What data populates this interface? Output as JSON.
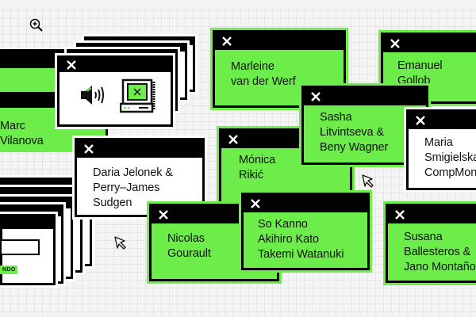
{
  "canvas": {
    "background": "#f3f4f3",
    "grid_color": "#d6eee4",
    "accent_green": "#6ced4a",
    "window_black": "#000000"
  },
  "icons": {
    "zoom": "zoom-in-magnifier-icon",
    "cursor": "arrow-cursor-icon",
    "close": "close-x-icon",
    "speaker": "speaker-volume-icon",
    "computer": "retro-computer-icon"
  },
  "windows": [
    {
      "id": "marc",
      "lines": [
        "Marc",
        "Vilanova"
      ],
      "theme": "green"
    },
    {
      "id": "media",
      "lines": [],
      "theme": "white"
    },
    {
      "id": "daria",
      "lines": [
        "Daria Jelonek &",
        "Perry–James",
        "Sudgen"
      ],
      "theme": "white"
    },
    {
      "id": "marleine",
      "lines": [
        "Marleine",
        "van der Werf"
      ],
      "theme": "green"
    },
    {
      "id": "emanuel",
      "lines": [
        "Emanuel",
        "Gollob"
      ],
      "theme": "green"
    },
    {
      "id": "sasha",
      "lines": [
        "Sasha",
        "Litvintseva &",
        "Beny Wagner"
      ],
      "theme": "green"
    },
    {
      "id": "maria",
      "lines": [
        "Maria",
        "Smigielska",
        "CompMonks"
      ],
      "theme": "white"
    },
    {
      "id": "monica",
      "lines": [
        "Mónica",
        "Rikić"
      ],
      "theme": "green"
    },
    {
      "id": "nicolas",
      "lines": [
        "Nicolas",
        "Gourault"
      ],
      "theme": "green"
    },
    {
      "id": "so",
      "lines": [
        "So Kanno",
        "Akihiro Kato",
        "Takemi Watanuki"
      ],
      "theme": "green"
    },
    {
      "id": "susana",
      "lines": [
        "Susana",
        "Ballesteros &",
        "Jano Montaño"
      ],
      "theme": "green"
    }
  ],
  "dialog": {
    "button_label": "NDO"
  }
}
